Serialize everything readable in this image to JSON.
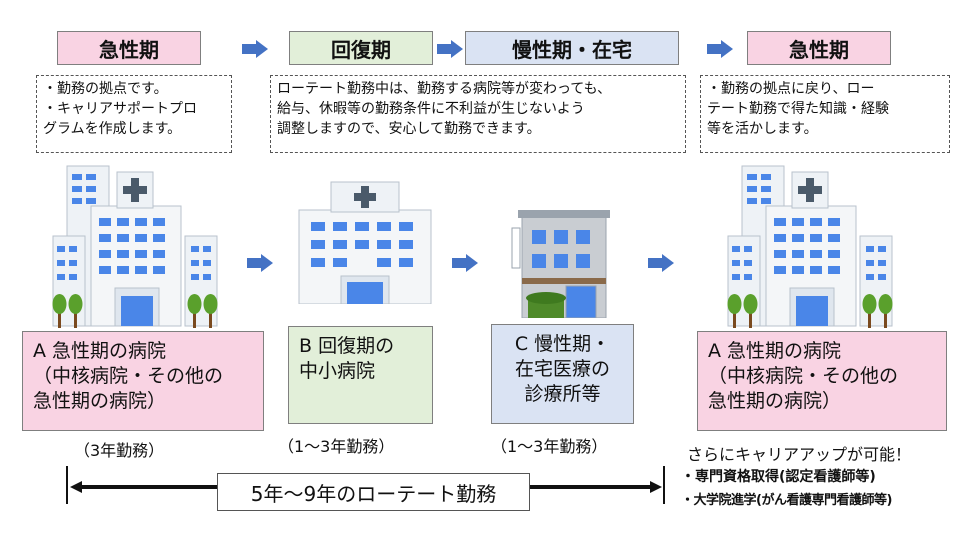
{
  "phases": [
    {
      "label": "急性期",
      "color": "#f9d3e3"
    },
    {
      "label": "回復期",
      "color": "#e2efd9"
    },
    {
      "label": "慢性期・在宅",
      "color": "#dae3f3"
    },
    {
      "label": "急性期",
      "color": "#f9d3e3"
    }
  ],
  "notes": {
    "left": "・勤務の拠点です。\n・キャリアサポートプロ\nグラムを作成します。",
    "middle": "ローテート勤務中は、勤務する病院等が変わっても、\n給与、休暇等の勤務条件に不利益が生じないよう\n調整しますので、安心して勤務できます。",
    "right": "・勤務の拠点に戻り、ロー\nテート勤務で得た知識・経験\n等を活かします。"
  },
  "facilities": [
    {
      "label": "A 急性期の病院\n（中核病院・その他の\n急性期の病院）",
      "duration": "（3年勤務）",
      "icon": "large-hospital-icon"
    },
    {
      "label": "B 回復期の\n中小病院",
      "duration": "（1～3年勤務）",
      "icon": "small-hospital-icon"
    },
    {
      "label": "C 慢性期・\n在宅医療の\n診療所等",
      "duration": "（1～3年勤務）",
      "icon": "clinic-icon"
    },
    {
      "label": "A 急性期の病院\n（中核病院・その他の\n急性期の病院）",
      "duration": "",
      "icon": "large-hospital-icon"
    }
  ],
  "rotation": "5年～9年のローテート勤務",
  "career": {
    "title": "さらにキャリアアップが可能！",
    "items": [
      "・専門資格取得(認定看護師等)",
      "・大学院進学(がん看護専門看護師等)"
    ]
  },
  "colors": {
    "arrow": "#4472c4",
    "pink": "#f9d3e3",
    "green": "#e2efd9",
    "blue": "#dae3f3",
    "window": "#4a86e8"
  }
}
